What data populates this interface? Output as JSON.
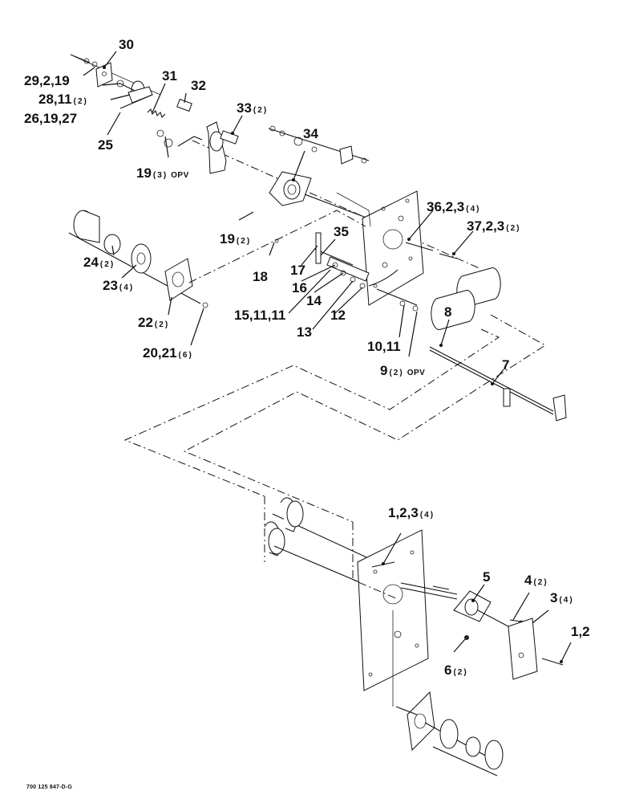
{
  "labels": [
    {
      "id": "l30",
      "text": "30",
      "qty": "",
      "note": ""
    },
    {
      "id": "l29",
      "text": "29,2,19",
      "qty": "",
      "note": ""
    },
    {
      "id": "l28",
      "text": "28,11",
      "qty": "(2)",
      "note": ""
    },
    {
      "id": "l26",
      "text": "26,19,27",
      "qty": "",
      "note": ""
    },
    {
      "id": "l25",
      "text": "25",
      "qty": "",
      "note": ""
    },
    {
      "id": "l31",
      "text": "31",
      "qty": "",
      "note": ""
    },
    {
      "id": "l32",
      "text": "32",
      "qty": "",
      "note": ""
    },
    {
      "id": "l33",
      "text": "33",
      "qty": "(2)",
      "note": ""
    },
    {
      "id": "l19a",
      "text": "19",
      "qty": "(3)",
      "note": "OPV"
    },
    {
      "id": "l34",
      "text": "34",
      "qty": "",
      "note": ""
    },
    {
      "id": "l36",
      "text": "36,2,3",
      "qty": "(4)",
      "note": ""
    },
    {
      "id": "l37",
      "text": "37,2,3",
      "qty": "(2)",
      "note": ""
    },
    {
      "id": "l19b",
      "text": "19",
      "qty": "(2)",
      "note": ""
    },
    {
      "id": "l35",
      "text": "35",
      "qty": "",
      "note": ""
    },
    {
      "id": "l18",
      "text": "18",
      "qty": "",
      "note": ""
    },
    {
      "id": "l17",
      "text": "17",
      "qty": "",
      "note": ""
    },
    {
      "id": "l24",
      "text": "24",
      "qty": "(2)",
      "note": ""
    },
    {
      "id": "l23",
      "text": "23",
      "qty": "(4)",
      "note": ""
    },
    {
      "id": "l16",
      "text": "16",
      "qty": "",
      "note": ""
    },
    {
      "id": "l14",
      "text": "14",
      "qty": "",
      "note": ""
    },
    {
      "id": "l8",
      "text": "8",
      "qty": "",
      "note": ""
    },
    {
      "id": "l15",
      "text": "15,11,11",
      "qty": "",
      "note": ""
    },
    {
      "id": "l12",
      "text": "12",
      "qty": "",
      "note": ""
    },
    {
      "id": "l13",
      "text": "13",
      "qty": "",
      "note": ""
    },
    {
      "id": "l22",
      "text": "22",
      "qty": "(2)",
      "note": ""
    },
    {
      "id": "l10",
      "text": "10,11",
      "qty": "",
      "note": ""
    },
    {
      "id": "l20",
      "text": "20,21",
      "qty": "(6)",
      "note": ""
    },
    {
      "id": "l7",
      "text": "7",
      "qty": "",
      "note": ""
    },
    {
      "id": "l9",
      "text": "9",
      "qty": "(2)",
      "note": "OPV"
    },
    {
      "id": "l1",
      "text": "1,2,3",
      "qty": "(4)",
      "note": ""
    },
    {
      "id": "l5",
      "text": "5",
      "qty": "",
      "note": ""
    },
    {
      "id": "l4",
      "text": "4",
      "qty": "(2)",
      "note": ""
    },
    {
      "id": "l3",
      "text": "3",
      "qty": "(4)",
      "note": ""
    },
    {
      "id": "l12b",
      "text": "1,2",
      "qty": "",
      "note": ""
    },
    {
      "id": "l6",
      "text": "6",
      "qty": "(2)",
      "note": ""
    }
  ],
  "footer": {
    "code": "700 125 847-D-G"
  }
}
